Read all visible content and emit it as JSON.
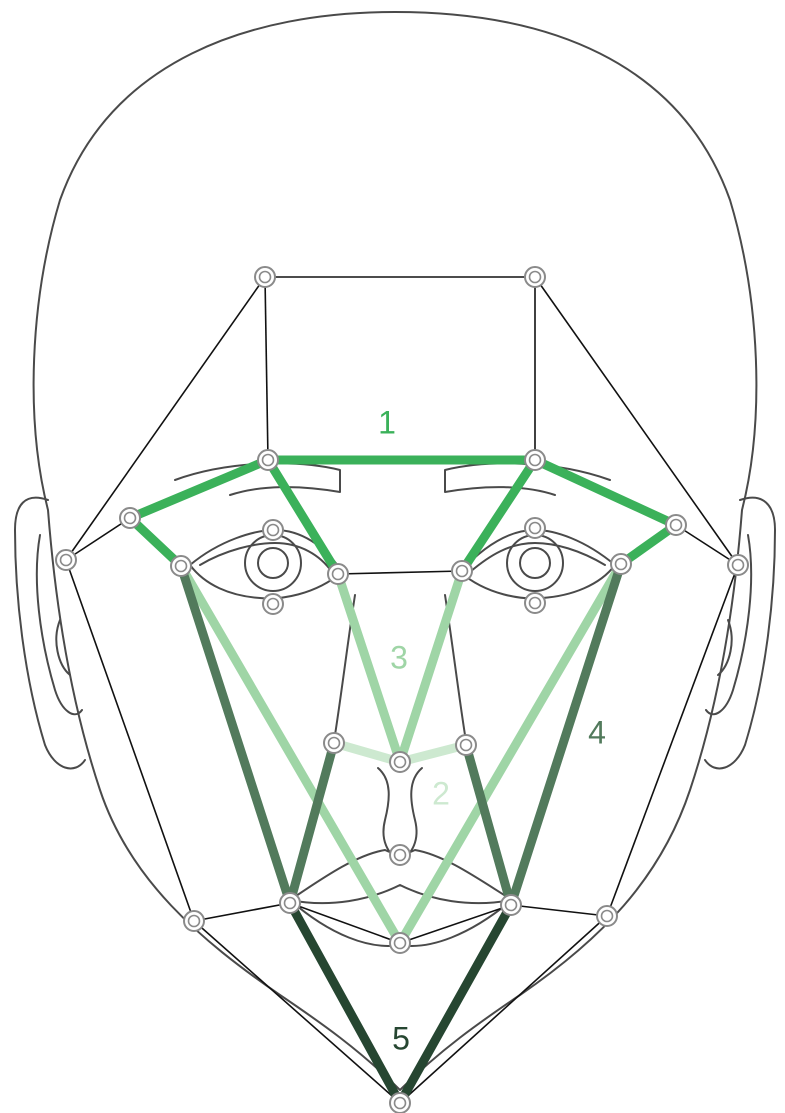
{
  "diagram": {
    "colors": {
      "outline": "#4a4a4a",
      "guide": "#111111",
      "node": "#8a8a8a",
      "c1": "#3bb15a",
      "c2": "#cde9d0",
      "c3": "#9fd5a6",
      "c4": "#527a5c",
      "c5": "#264631"
    },
    "labels": {
      "l1": "1",
      "l2": "2",
      "l3": "3",
      "l4": "4",
      "l5": "5"
    }
  }
}
